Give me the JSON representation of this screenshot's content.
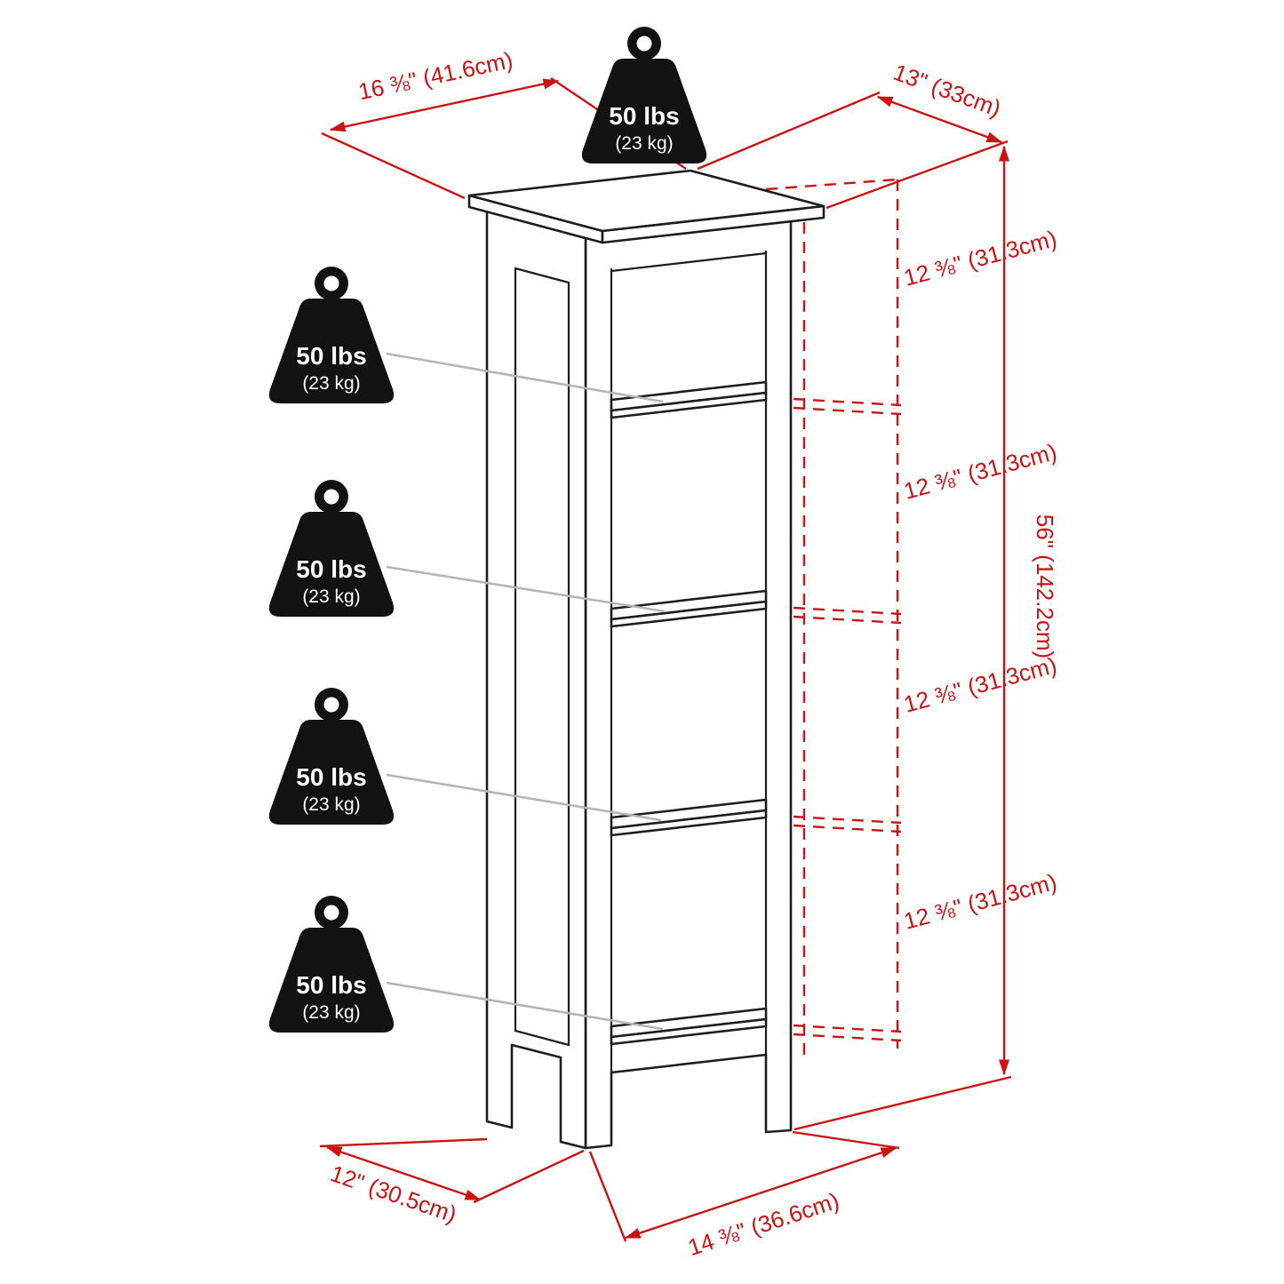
{
  "diagram": {
    "weight_capacity": {
      "label": "50 lbs",
      "sublabel": "(23 kg)"
    },
    "dimensions": {
      "top_depth": "16 ⅜\" (41.6cm)",
      "top_width": "13\" (33cm)",
      "height": "56\" (142.2cm)",
      "shelf_spacing": "12 ⅜\" (31.3cm)",
      "base_depth": "12\" (30.5cm)",
      "base_width": "14 ⅜\" (36.6cm)"
    },
    "colors": {
      "dimension_red": "#cc1212",
      "line_black": "#1d1d1b",
      "weight_black": "#121212",
      "leader_gray": "#b5b5b5"
    }
  }
}
